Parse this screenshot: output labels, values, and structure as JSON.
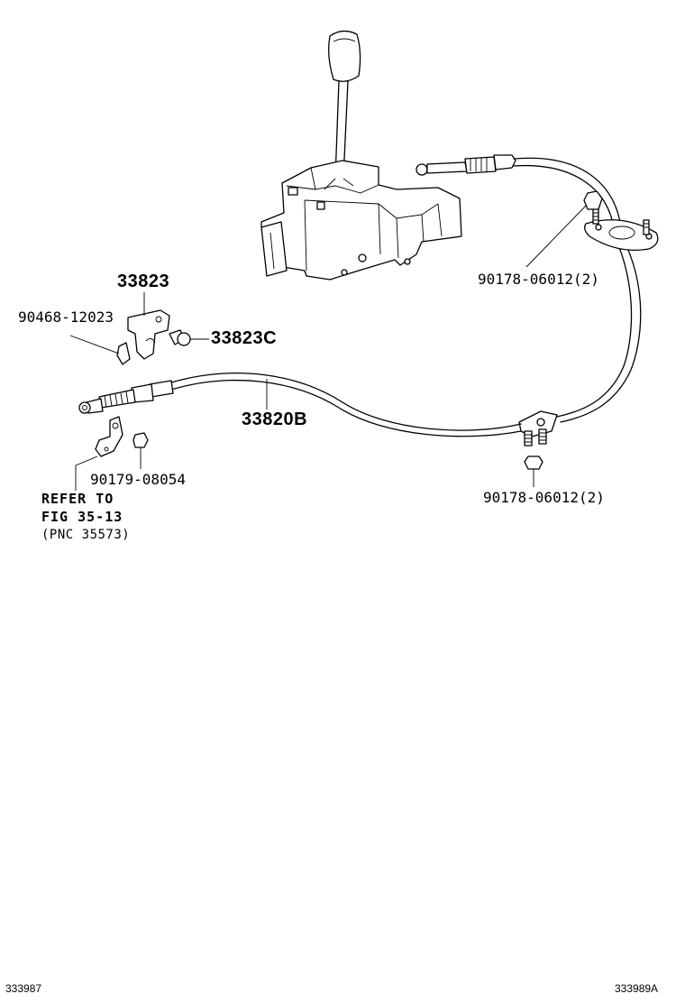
{
  "callouts": {
    "part_33823": "33823",
    "part_90468": "90468-12023",
    "part_33823c": "33823C",
    "part_33820b": "33820B",
    "part_90179": "90179-08054",
    "part_90178_upper": "90178-06012(2)",
    "part_90178_lower": "90178-06012(2)"
  },
  "note": {
    "line1": "REFER TO",
    "line2": "FIG 35-13",
    "line3": "(PNC 35573)"
  },
  "footer": {
    "left_code": "333987",
    "right_code": "333989A"
  }
}
